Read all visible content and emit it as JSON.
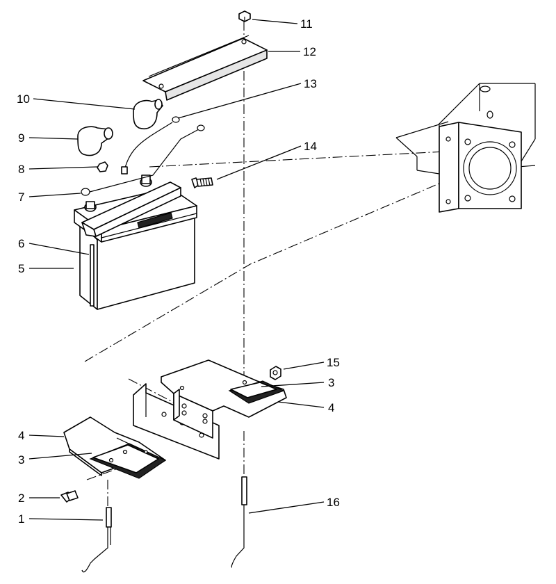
{
  "callouts": {
    "c1": "1",
    "c2": "2",
    "c3a": "3",
    "c3b": "3",
    "c4a": "4",
    "c4b": "4",
    "c5": "5",
    "c6": "6",
    "c7": "7",
    "c8": "8",
    "c9": "9",
    "c10": "10",
    "c11": "11",
    "c12": "12",
    "c13": "13",
    "c14": "14",
    "c15": "15",
    "c16": "16"
  }
}
